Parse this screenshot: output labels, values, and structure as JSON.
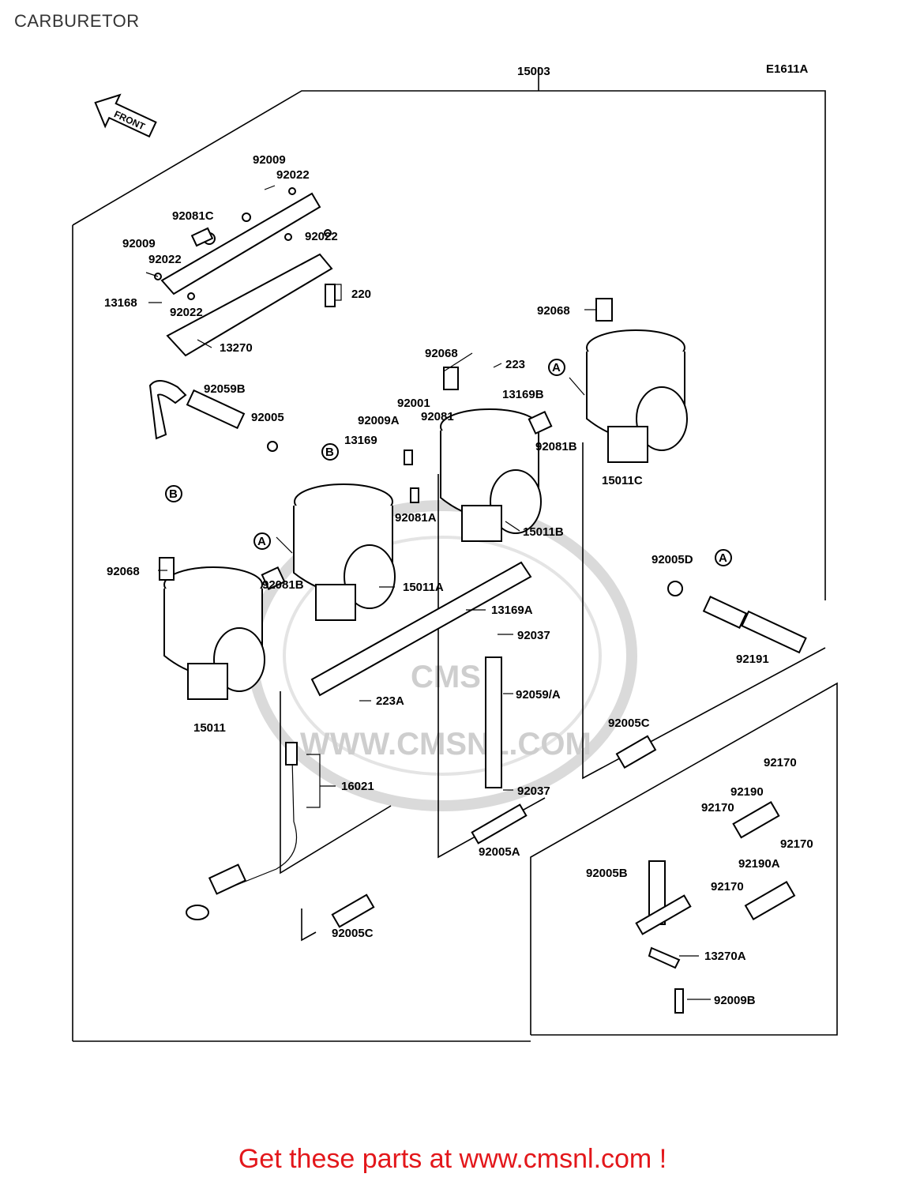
{
  "header": {
    "title": "CARBURETOR"
  },
  "diagram": {
    "code": "E1611A",
    "assembly_number": "15003",
    "front_label": "FRONT",
    "watermark": {
      "logo": "CMS",
      "url": "WWW.CMSNL.COM"
    },
    "marker_a": "A",
    "marker_b": "B",
    "part_labels": [
      {
        "id": "l1",
        "text": "92009"
      },
      {
        "id": "l2",
        "text": "92022"
      },
      {
        "id": "l3",
        "text": "92081C"
      },
      {
        "id": "l4",
        "text": "92022"
      },
      {
        "id": "l5",
        "text": "92009"
      },
      {
        "id": "l6",
        "text": "92022"
      },
      {
        "id": "l7",
        "text": "13168"
      },
      {
        "id": "l8",
        "text": "92022"
      },
      {
        "id": "l9",
        "text": "220"
      },
      {
        "id": "l10",
        "text": "13270"
      },
      {
        "id": "l11",
        "text": "92068"
      },
      {
        "id": "l12",
        "text": "92068"
      },
      {
        "id": "l13",
        "text": "223"
      },
      {
        "id": "l14",
        "text": "13169B"
      },
      {
        "id": "l15",
        "text": "92059B"
      },
      {
        "id": "l16",
        "text": "92005"
      },
      {
        "id": "l17",
        "text": "92001"
      },
      {
        "id": "l18",
        "text": "92009A"
      },
      {
        "id": "l19",
        "text": "92081"
      },
      {
        "id": "l20",
        "text": "13169"
      },
      {
        "id": "l21",
        "text": "92081B"
      },
      {
        "id": "l22",
        "text": "15011C"
      },
      {
        "id": "l23",
        "text": "92081A"
      },
      {
        "id": "l24",
        "text": "15011B"
      },
      {
        "id": "l25",
        "text": "92068"
      },
      {
        "id": "l26",
        "text": "92081B"
      },
      {
        "id": "l27",
        "text": "15011A"
      },
      {
        "id": "l28",
        "text": "92005D"
      },
      {
        "id": "l29",
        "text": "13169A"
      },
      {
        "id": "l30",
        "text": "92037"
      },
      {
        "id": "l31",
        "text": "92191"
      },
      {
        "id": "l32",
        "text": "15011"
      },
      {
        "id": "l33",
        "text": "223A"
      },
      {
        "id": "l34",
        "text": "92059/A"
      },
      {
        "id": "l35",
        "text": "92005C"
      },
      {
        "id": "l36",
        "text": "92170"
      },
      {
        "id": "l37",
        "text": "16021"
      },
      {
        "id": "l38",
        "text": "92190"
      },
      {
        "id": "l39",
        "text": "92170"
      },
      {
        "id": "l40",
        "text": "92037"
      },
      {
        "id": "l41",
        "text": "92005A"
      },
      {
        "id": "l42",
        "text": "92170"
      },
      {
        "id": "l43",
        "text": "92190A"
      },
      {
        "id": "l44",
        "text": "92005B"
      },
      {
        "id": "l45",
        "text": "92170"
      },
      {
        "id": "l46",
        "text": "92005C"
      },
      {
        "id": "l47",
        "text": "13270A"
      },
      {
        "id": "l48",
        "text": "92009B"
      }
    ]
  },
  "footer": {
    "text": "Get these parts at www.cmsnl.com !"
  }
}
